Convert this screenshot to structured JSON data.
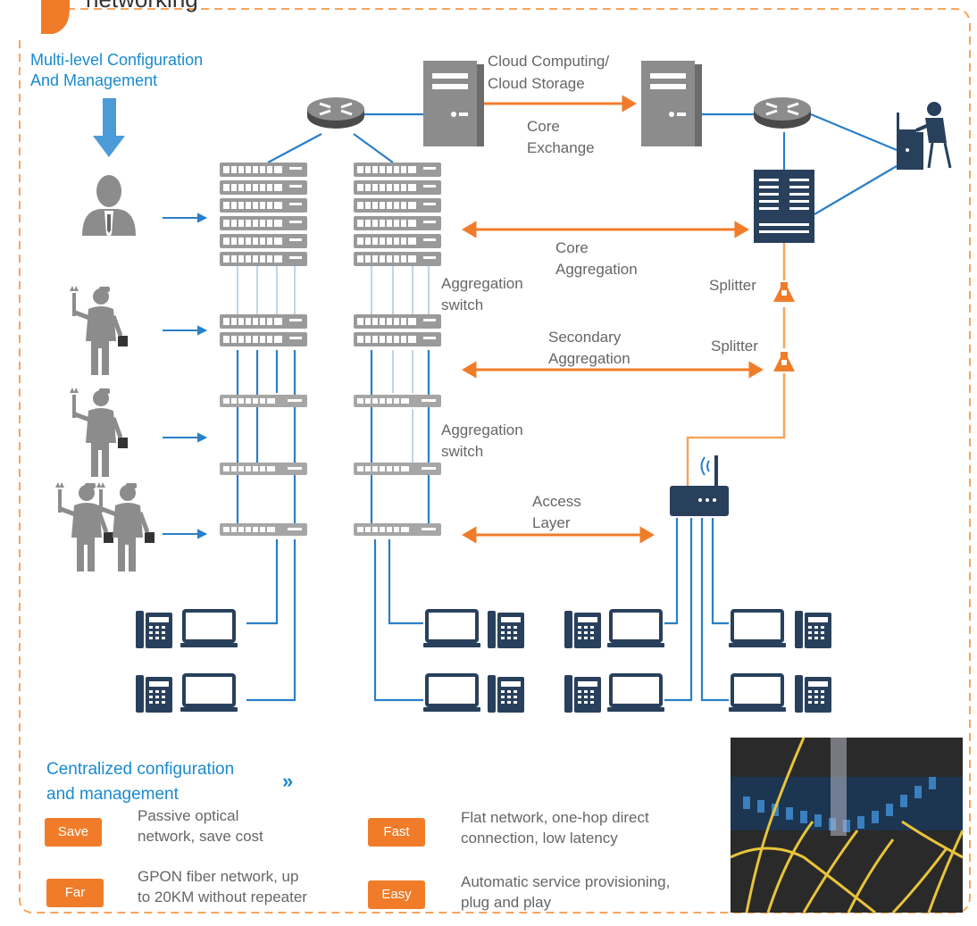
{
  "header": {
    "title": "networking"
  },
  "left": {
    "management_label_1": "Multi-level Configuration",
    "management_label_2": "And Management"
  },
  "labels": {
    "cloud_1": "Cloud Computing/",
    "cloud_2": "Cloud Storage",
    "core_exchange_1": "Core",
    "core_exchange_2": "Exchange",
    "core_agg_1": "Core",
    "core_agg_2": "Aggregation",
    "agg_switch_1a": "Aggregation",
    "agg_switch_1b": "switch",
    "secondary_1": "Secondary",
    "secondary_2": "Aggregation",
    "agg_switch_2a": "Aggregation",
    "agg_switch_2b": "switch",
    "access_1": "Access",
    "access_2": "Layer",
    "splitter_1": "Splitter",
    "splitter_2": "Splitter"
  },
  "features": {
    "heading_1": "Centralized configuration",
    "heading_2": "and management",
    "items": [
      {
        "badge": "Save",
        "line1": "Passive optical",
        "line2": "network, save cost"
      },
      {
        "badge": "Fast",
        "line1": "Flat network, one-hop direct",
        "line2": "connection, low latency"
      },
      {
        "badge": "Far",
        "line1": "GPON fiber network, up",
        "line2": "to 20KM without repeater"
      },
      {
        "badge": "Easy",
        "line1": "Automatic service provisioning,",
        "line2": "plug and play"
      }
    ]
  },
  "colors": {
    "accent_orange": "#f07c2a",
    "blue": "#1a8ad0",
    "device_gray": "#8c8c8c",
    "navy": "#28405c"
  },
  "icons": [
    "router-icon",
    "server-icon",
    "switch-icon",
    "manager-icon",
    "technician-icon",
    "splitter-icon",
    "wireless-ap-icon",
    "laptop-icon",
    "desk-phone-icon",
    "user-at-desk-icon",
    "fiber-photo"
  ]
}
